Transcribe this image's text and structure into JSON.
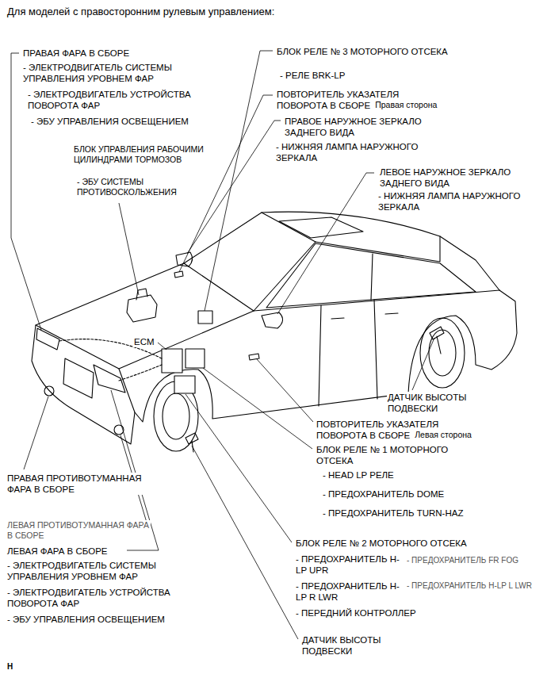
{
  "diagram": {
    "title": "Для моделей с правосторонним рулевым управлением:",
    "labels": [
      "ПРАВАЯ ФАРА В СБОРЕ",
      "- ЭЛЕКТРОДВИГАТЕЛЬ СИСТЕМЫ УПРАВЛЕНИЯ УРОВНЕМ ФАР",
      "- ЭЛЕКТРОДВИГАТЕЛЬ УСТРОЙСТВА ПОВОРОТА ФАР",
      "- ЭБУ УПРАВЛЕНИЯ ОСВЕЩЕНИЕМ",
      "БЛОК УПРАВЛЕНИЯ РАБОЧИМИ ЦИЛИНДРАМИ ТОРМОЗОВ",
      "- ЭБУ СИСТЕМЫ ПРОТИВОСКОЛЬЖЕНИЯ",
      "БЛОК РЕЛЕ № 3 МОТОРНОГО ОТСЕКА",
      "- РЕЛЕ BRK-LP",
      "ПОВТОРИТЕЛЬ УКАЗАТЕЛЯ ПОВОРОТА В СБОРЕ",
      "Правая сторона",
      "ПРАВОЕ НАРУЖНОЕ ЗЕРКАЛО ЗАДНЕГО ВИДА",
      "- НИЖНЯЯ ЛАМПА НАРУЖНОГО ЗЕРКАЛА",
      "ЛЕВОЕ НАРУЖНОЕ ЗЕРКАЛО ЗАДНЕГО ВИДА",
      "- НИЖНЯЯ ЛАМПА НАРУЖНОГО ЗЕРКАЛА",
      "ECM",
      "ДАТЧИК ВЫСОТЫ ПОДВЕСКИ",
      "ПОВТОРИТЕЛЬ УКАЗАТЕЛЯ ПОВОРОТА В СБОРЕ",
      "Левая сторона",
      "БЛОК РЕЛЕ № 1 МОТОРНОГО ОТСЕКА",
      "- HEAD LP РЕЛЕ",
      "- ПРЕДОХРАНИТЕЛЬ DOME",
      "- ПРЕДОХРАНИТЕЛЬ TURN-HAZ",
      "ПРАВАЯ ПРОТИВОТУМАННАЯ ФАРА В СБОРЕ",
      "ЛЕВАЯ ПРОТИВОТУМАННАЯ ФАРА В СБОРЕ",
      "ЛЕВАЯ ФАРА В СБОРЕ",
      "- ЭЛЕКТРОДВИГАТЕЛЬ СИСТЕМЫ УПРАВЛЕНИЯ УРОВНЕМ ФАР",
      "- ЭЛЕКТРОДВИГАТЕЛЬ УСТРОЙСТВА ПОВОРОТА ФАР",
      "- ЭБУ УПРАВЛЕНИЯ ОСВЕЩЕНИЕМ",
      "БЛОК РЕЛЕ № 2 МОТОРНОГО ОТСЕКА",
      "- ПРЕДОХРАНИТЕЛЬ H-LP UPR",
      "- ПРЕДОХРАНИТЕЛЬ FR FOG",
      "- ПРЕДОХРАНИТЕЛЬ H-LP R LWR",
      "- ПРЕДОХРАНИТЕЛЬ H-LP L LWR",
      "- ПЕРЕДНИЙ КОНТРОЛЛЕР",
      "ДАТЧИК ВЫСОТЫ ПОДВЕСКИ",
      "H"
    ]
  }
}
